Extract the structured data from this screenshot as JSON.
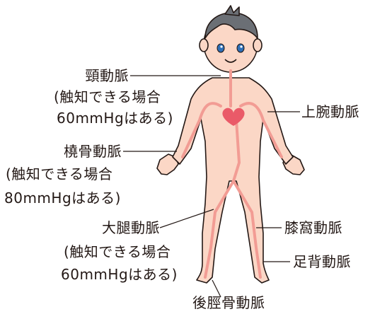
{
  "labels": {
    "carotid": "頸動脈",
    "carotid_note_1": "(触知できる場合",
    "carotid_note_2": "60mmHgはある)",
    "radial": "橈骨動脈",
    "radial_note_1": "(触知できる場合",
    "radial_note_2": "80mmHgはある)",
    "femoral": "大腿動脈",
    "femoral_note_1": "(触知できる場合",
    "femoral_note_2": "60mmHgはある)",
    "brachial": "上腕動脈",
    "popliteal": "膝窩動脈",
    "dorsalis_pedis": "足背動脈",
    "posterior_tibial": "後脛骨動脈"
  },
  "colors": {
    "skin": "#fbd7c6",
    "outline": "#231815",
    "artery": "#f29c94",
    "heart": "#ea5a68",
    "hair": "#6b6f75",
    "eye": "#2d6fb7"
  }
}
